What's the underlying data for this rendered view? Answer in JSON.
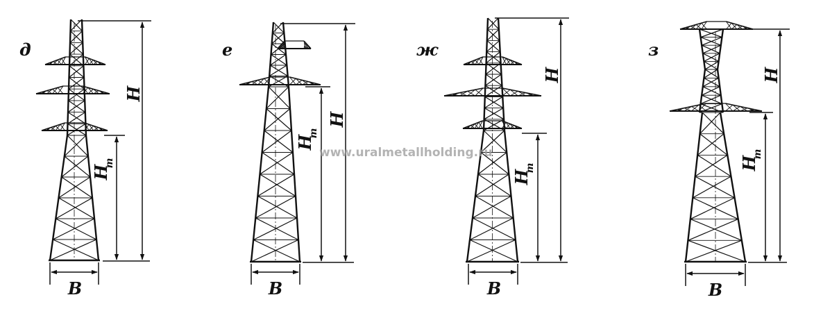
{
  "watermark": "www.uralmetallholding.ru",
  "towers": [
    {
      "id": "d",
      "letter": "д",
      "height_label": "H",
      "tower_height_label": "H",
      "tower_height_sub": "т",
      "base_label": "B"
    },
    {
      "id": "e",
      "letter": "е",
      "height_label": "H",
      "tower_height_label": "H",
      "tower_height_sub": "т",
      "base_label": "B"
    },
    {
      "id": "zh",
      "letter": "ж",
      "height_label": "H",
      "tower_height_label": "H",
      "tower_height_sub": "т",
      "base_label": "B"
    },
    {
      "id": "z",
      "letter": "з",
      "height_label": "H",
      "tower_height_label": "H",
      "tower_height_sub": "т",
      "base_label": "B"
    }
  ],
  "colors": {
    "ink": "#111111",
    "background": "#ffffff",
    "watermark": "#9a9a9a"
  }
}
